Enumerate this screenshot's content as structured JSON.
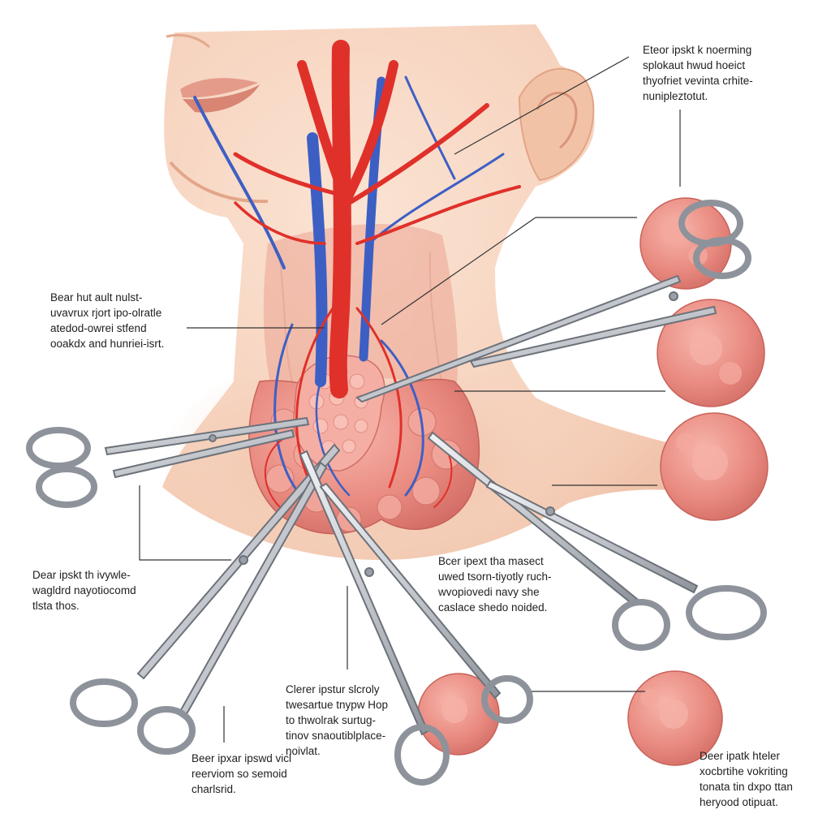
{
  "colors": {
    "skin": "#f6d2bd",
    "skin_shadow": "#e6a98d",
    "artery": "#e0302a",
    "vein": "#3d5fc4",
    "tissue": "#e6827a",
    "tissue_light": "#f4a8a0",
    "instrument": "#c9ccd1",
    "instrument_edge": "#6d727a",
    "leader_line": "#333333"
  },
  "labels": [
    {
      "id": "top-right",
      "lines": [
        "Eteor ipskt k noerming",
        "splokaut hwud hoeict",
        "thyofriet vevinta crhite-",
        "nunipleztotut."
      ]
    },
    {
      "id": "left-mid",
      "lines": [
        "Bear hut ault nulst-",
        "uvavrux rjort ipo-olratle",
        "atedod-owrei stfend",
        "ooakdx and hunriei-isrt."
      ]
    },
    {
      "id": "left-low",
      "lines": [
        "Dear ipskt th ivywle-",
        "wagldrd nayotiocomd",
        "tlsta thos."
      ]
    },
    {
      "id": "center-right",
      "lines": [
        "Bcer ipext tha masect",
        "uwed tsorn-tiyotly ruch-",
        "wvopiovedi navy she",
        "caslace shedo noided."
      ]
    },
    {
      "id": "bottom-mid",
      "lines": [
        "Clerer ipstur slcroly",
        "twesartue tnypw Hop",
        "to thwolrak surtug-",
        "tinov snaoutiblplace-",
        "noivlat."
      ]
    },
    {
      "id": "bottom-left",
      "lines": [
        "Beer ipxar ipswd vicl",
        "reerviom so semoid",
        "charlsrid."
      ]
    },
    {
      "id": "bottom-right",
      "lines": [
        "Deer ipatk hteler",
        "xocbrtihe vokriting",
        "tonata tin dxpo ttan",
        "heryood otipuat."
      ]
    }
  ]
}
